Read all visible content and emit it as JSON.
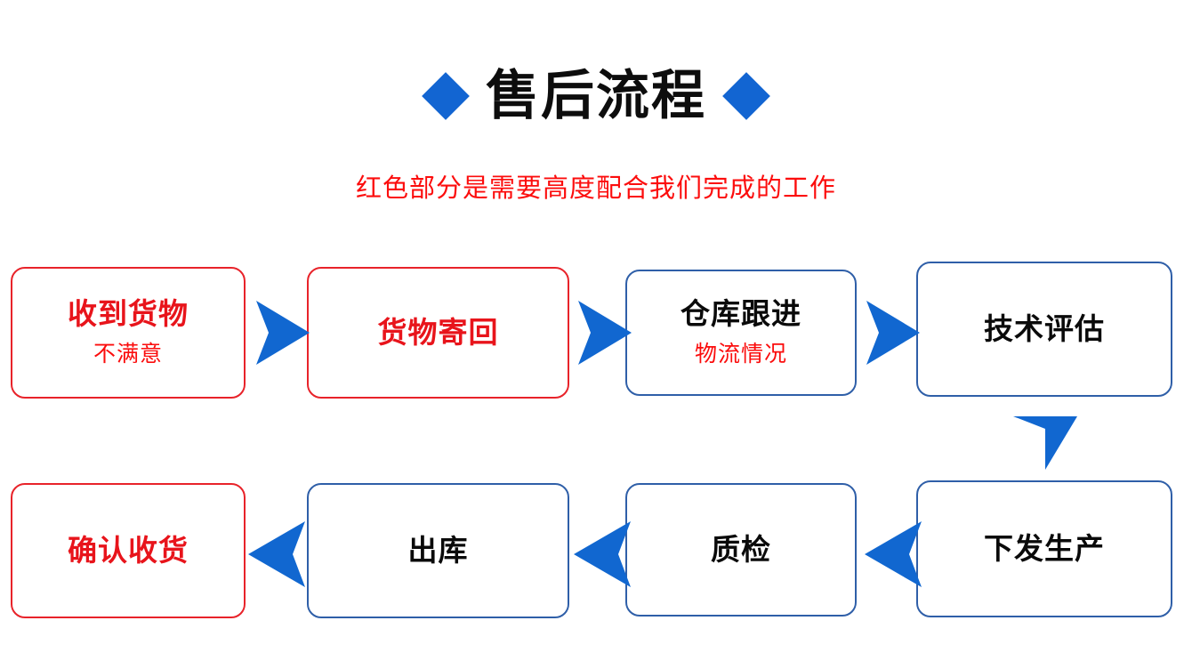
{
  "header": {
    "title": "售后流程",
    "left_diamond_icon": "diamond-icon",
    "right_diamond_icon": "diamond-icon",
    "subtitle": "红色部分是需要高度配合我们完成的工作"
  },
  "colors": {
    "accent_blue": "#1265d2",
    "arrow_blue": "#1167d0",
    "border_blue": "#2f5fa8",
    "border_red": "#e8232a",
    "text_red": "#e8141b",
    "subtitle_red": "#fc0d0d",
    "text_black": "#0a0a0a",
    "background": "#ffffff"
  },
  "flow": {
    "row1": [
      {
        "title": "收到货物",
        "subtitle": "不满意",
        "accent": "red",
        "title_color": "red"
      },
      {
        "title": "货物寄回",
        "subtitle": "",
        "accent": "red",
        "title_color": "red"
      },
      {
        "title": "仓库跟进",
        "subtitle": "物流情况",
        "accent": "blue",
        "title_color": "black"
      },
      {
        "title": "技术评估",
        "subtitle": "",
        "accent": "blue",
        "title_color": "black"
      }
    ],
    "row2": [
      {
        "title": "确认收货",
        "subtitle": "",
        "accent": "red",
        "title_color": "red"
      },
      {
        "title": "出库",
        "subtitle": "",
        "accent": "blue",
        "title_color": "black"
      },
      {
        "title": "质检",
        "subtitle": "",
        "accent": "blue",
        "title_color": "black"
      },
      {
        "title": "下发生产",
        "subtitle": "",
        "accent": "blue",
        "title_color": "black"
      }
    ]
  },
  "arrows": {
    "row1": [
      "arrow-right-icon",
      "arrow-right-icon",
      "arrow-right-icon"
    ],
    "vertical": "arrow-down-icon",
    "row2": [
      "arrow-left-icon",
      "arrow-left-icon",
      "arrow-left-icon"
    ]
  }
}
